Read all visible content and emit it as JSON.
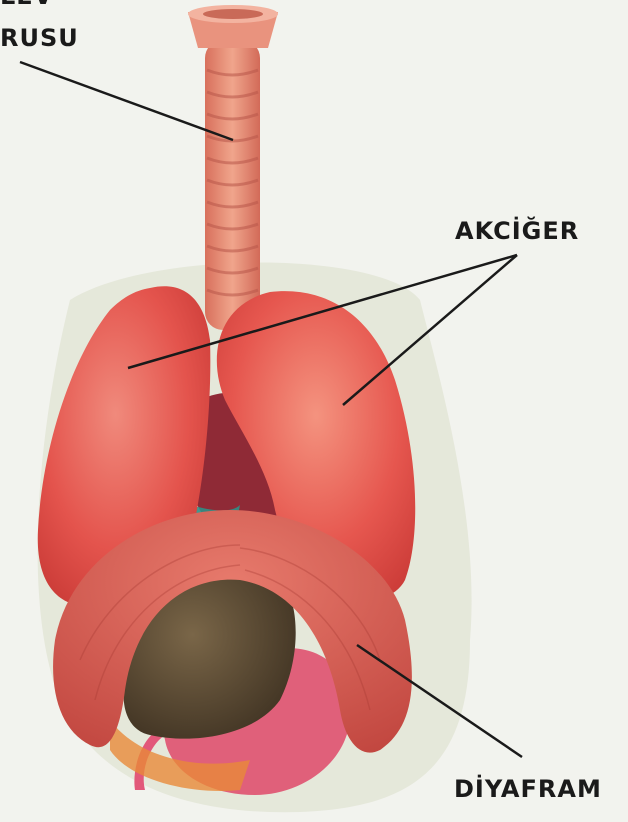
{
  "labels": {
    "trachea_line1": "LEV",
    "trachea_line2": "RUSU",
    "lung": "AKCİĞER",
    "diaphragm": "DİYAFRAM"
  },
  "colors": {
    "background": "#f2f3ee",
    "lung": "#e4544d",
    "diaphragm": "#d95b55",
    "trachea": "#e6917a",
    "liver": "#5a4a34",
    "stomach": "#e0607a",
    "heart": "#9a2f3b",
    "leader_line": "#1a1a1a"
  }
}
